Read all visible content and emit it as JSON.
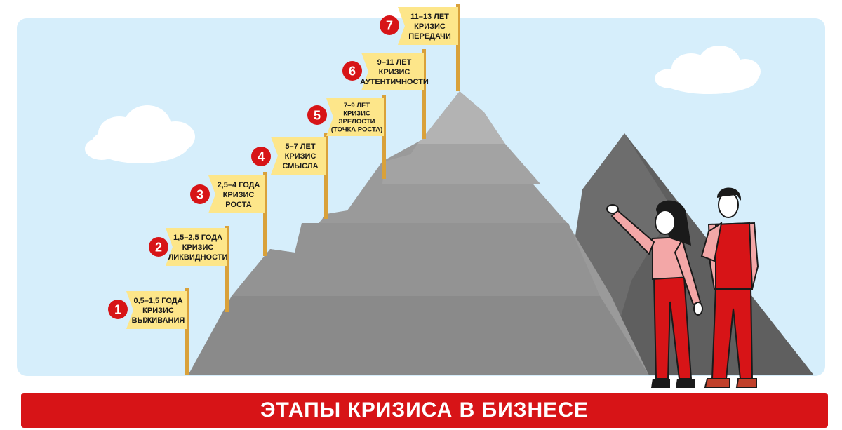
{
  "title": "ЭТАПЫ КРИЗИСА В БИЗНЕСЕ",
  "colors": {
    "sky": "#d6eefb",
    "flag": "#fde68a",
    "pole": "#d9a13a",
    "badge": "#d71417",
    "banner": "#d71417",
    "mountain_main": "#9a9a9a",
    "mountain_back": "#5f5f5f"
  },
  "stages": [
    {
      "number": "1",
      "lines": [
        "0,5–1,5 ГОДА",
        "КРИЗИС",
        "ВЫЖИВАНИЯ"
      ]
    },
    {
      "number": "2",
      "lines": [
        "1,5–2,5 ГОДА",
        "КРИЗИС",
        "ЛИКВИДНОСТИ"
      ]
    },
    {
      "number": "3",
      "lines": [
        "2,5–4 ГОДА",
        "КРИЗИС",
        "РОСТА"
      ]
    },
    {
      "number": "4",
      "lines": [
        "5–7 ЛЕТ",
        "КРИЗИС",
        "СМЫСЛА"
      ]
    },
    {
      "number": "5",
      "lines": [
        "7–9 ЛЕТ",
        "КРИЗИС",
        "ЗРЕЛОСТИ",
        "(ТОЧКА РОСТА)"
      ]
    },
    {
      "number": "6",
      "lines": [
        "9–11 ЛЕТ",
        "КРИЗИС",
        "АУТЕНТИЧНОСТИ"
      ]
    },
    {
      "number": "7",
      "lines": [
        "11–13 ЛЕТ",
        "КРИЗИС",
        "ПЕРЕДАЧИ"
      ]
    }
  ]
}
